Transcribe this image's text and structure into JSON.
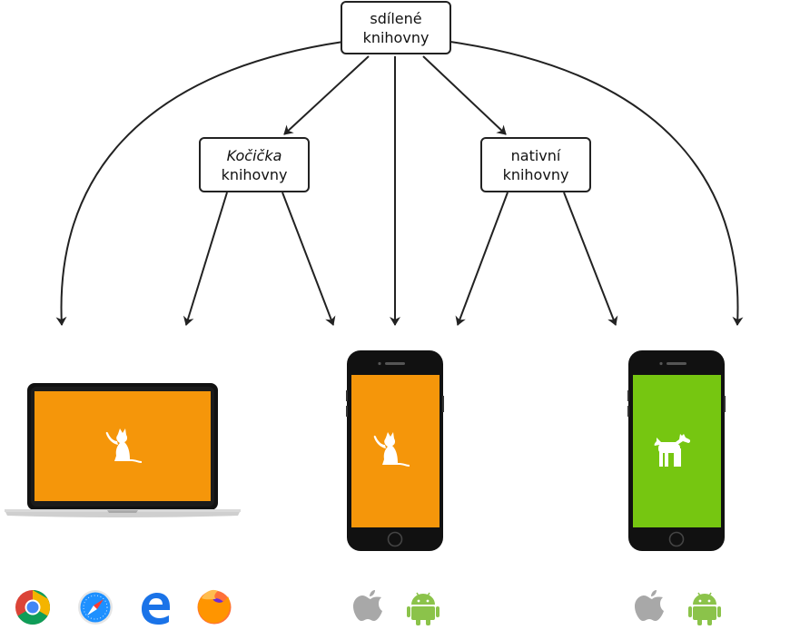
{
  "nodes": {
    "shared": {
      "line1": "sdílené",
      "line2": "knihovny"
    },
    "kocicka": {
      "line1": "Kočička",
      "line2": "knihovny"
    },
    "native": {
      "line1": "nativní",
      "line2": "knihovny"
    }
  },
  "devices": {
    "laptop": {
      "screen_color": "#f5960a",
      "icon": "cat-icon"
    },
    "phone_ios": {
      "screen_color": "#f5960a",
      "icon": "cat-icon"
    },
    "phone_android": {
      "screen_color": "#76c611",
      "icon": "dog-icon"
    }
  },
  "platform_icons": {
    "web": [
      "chrome-icon",
      "safari-icon",
      "edge-icon",
      "firefox-icon"
    ],
    "mobile_kocicka": [
      "apple-icon",
      "android-icon"
    ],
    "mobile_native": [
      "apple-icon",
      "android-icon"
    ]
  },
  "colors": {
    "stroke": "#222222",
    "orange": "#f5960a",
    "green": "#76c611",
    "apple_gray": "#a8a8a8",
    "android_green": "#8bc34a"
  }
}
